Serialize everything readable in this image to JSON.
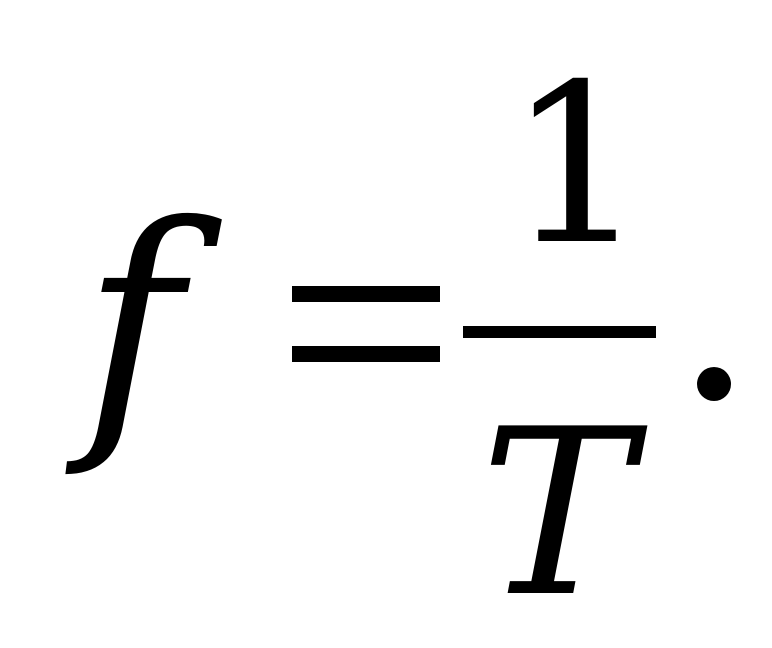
{
  "equation": {
    "lhs_variable": "f",
    "equals_sign": "=",
    "numerator": "1",
    "denominator": "T",
    "terminal_punctuation": "."
  }
}
